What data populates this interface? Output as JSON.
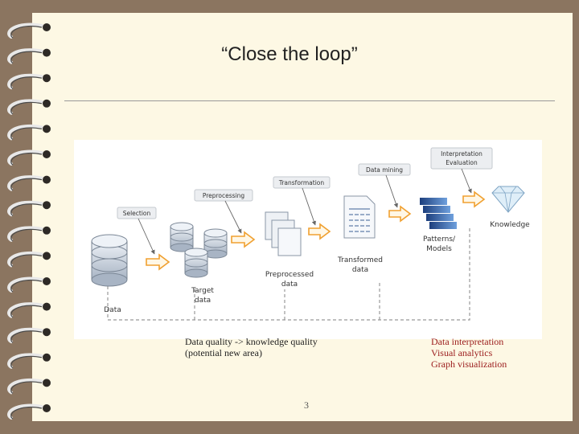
{
  "slide": {
    "title": "“Close the loop”",
    "page_number": "3"
  },
  "diagram": {
    "stages": {
      "data": "Data",
      "target_data": [
        "Target",
        "data"
      ],
      "preprocessed_data": [
        "Preprocessed",
        "data"
      ],
      "transformed_data": [
        "Transformed",
        "data"
      ],
      "patterns_models": [
        "Patterns/",
        "Models"
      ],
      "knowledge": "Knowledge"
    },
    "steps": {
      "selection": "Selection",
      "preprocessing": "Preprocessing",
      "transformation": "Transformation",
      "data_mining": "Data mining",
      "interpretation_evaluation": [
        "Interpretation",
        "Evaluation"
      ]
    }
  },
  "notes": {
    "left": [
      "Data quality -> knowledge quality",
      "(potential new area)"
    ],
    "right": [
      "Data interpretation",
      "Visual analytics",
      "Graph visualization"
    ]
  },
  "colors": {
    "background": "#8b7560",
    "page": "#fdf8e4",
    "arrow_orange": "#f0a030",
    "db_blue": "#4a79b5",
    "right_note": "#9b1c1c"
  }
}
